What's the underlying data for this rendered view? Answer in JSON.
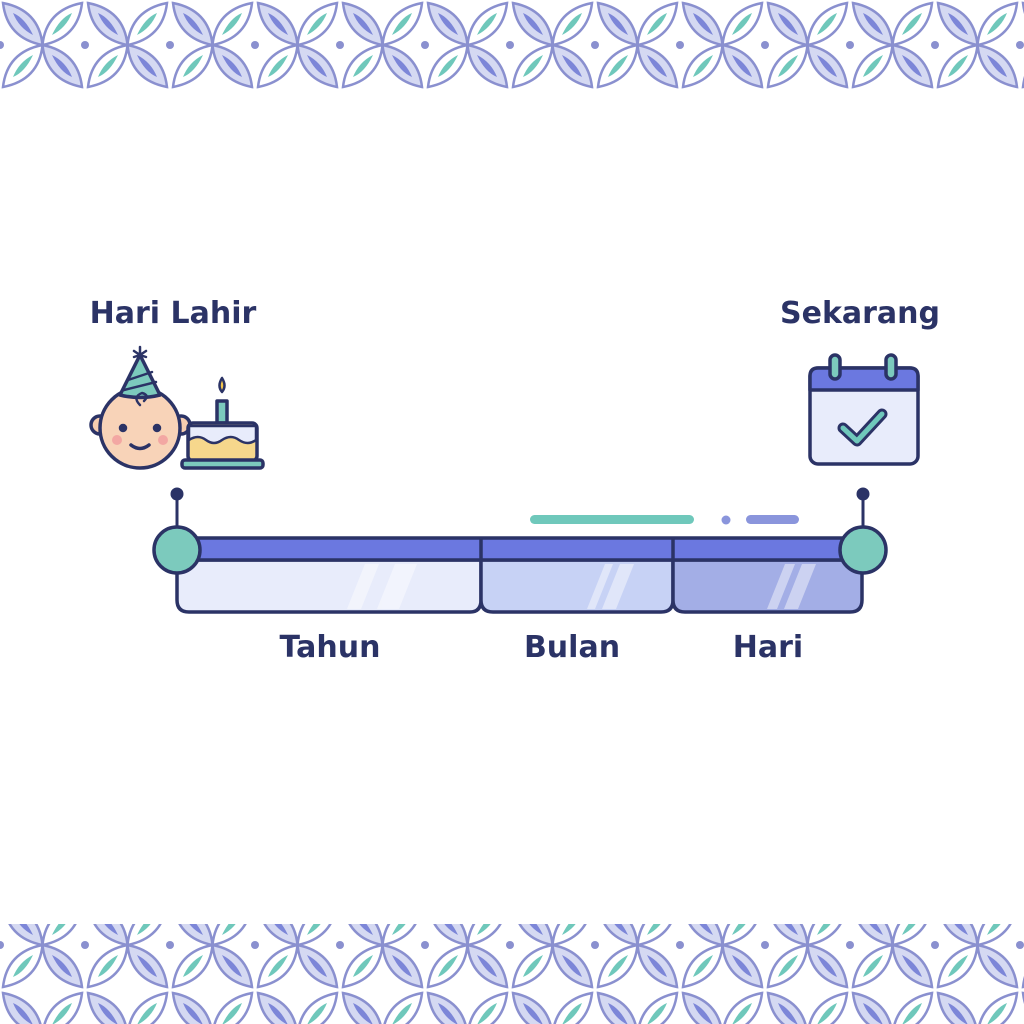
{
  "start_label": "Hari Lahir",
  "end_label": "Sekarang",
  "segments": [
    {
      "label": "Tahun"
    },
    {
      "label": "Bulan"
    },
    {
      "label": "Hari"
    }
  ],
  "icons": {
    "start": "baby-party-hat-with-birthday-cake-icon",
    "end": "calendar-check-icon"
  },
  "colors": {
    "outline": "#2b3366",
    "bar": "#6b78e0",
    "node": "#7ccabd",
    "accent_teal": "#6fc8bb",
    "pattern_purple": "#8a90cf"
  }
}
